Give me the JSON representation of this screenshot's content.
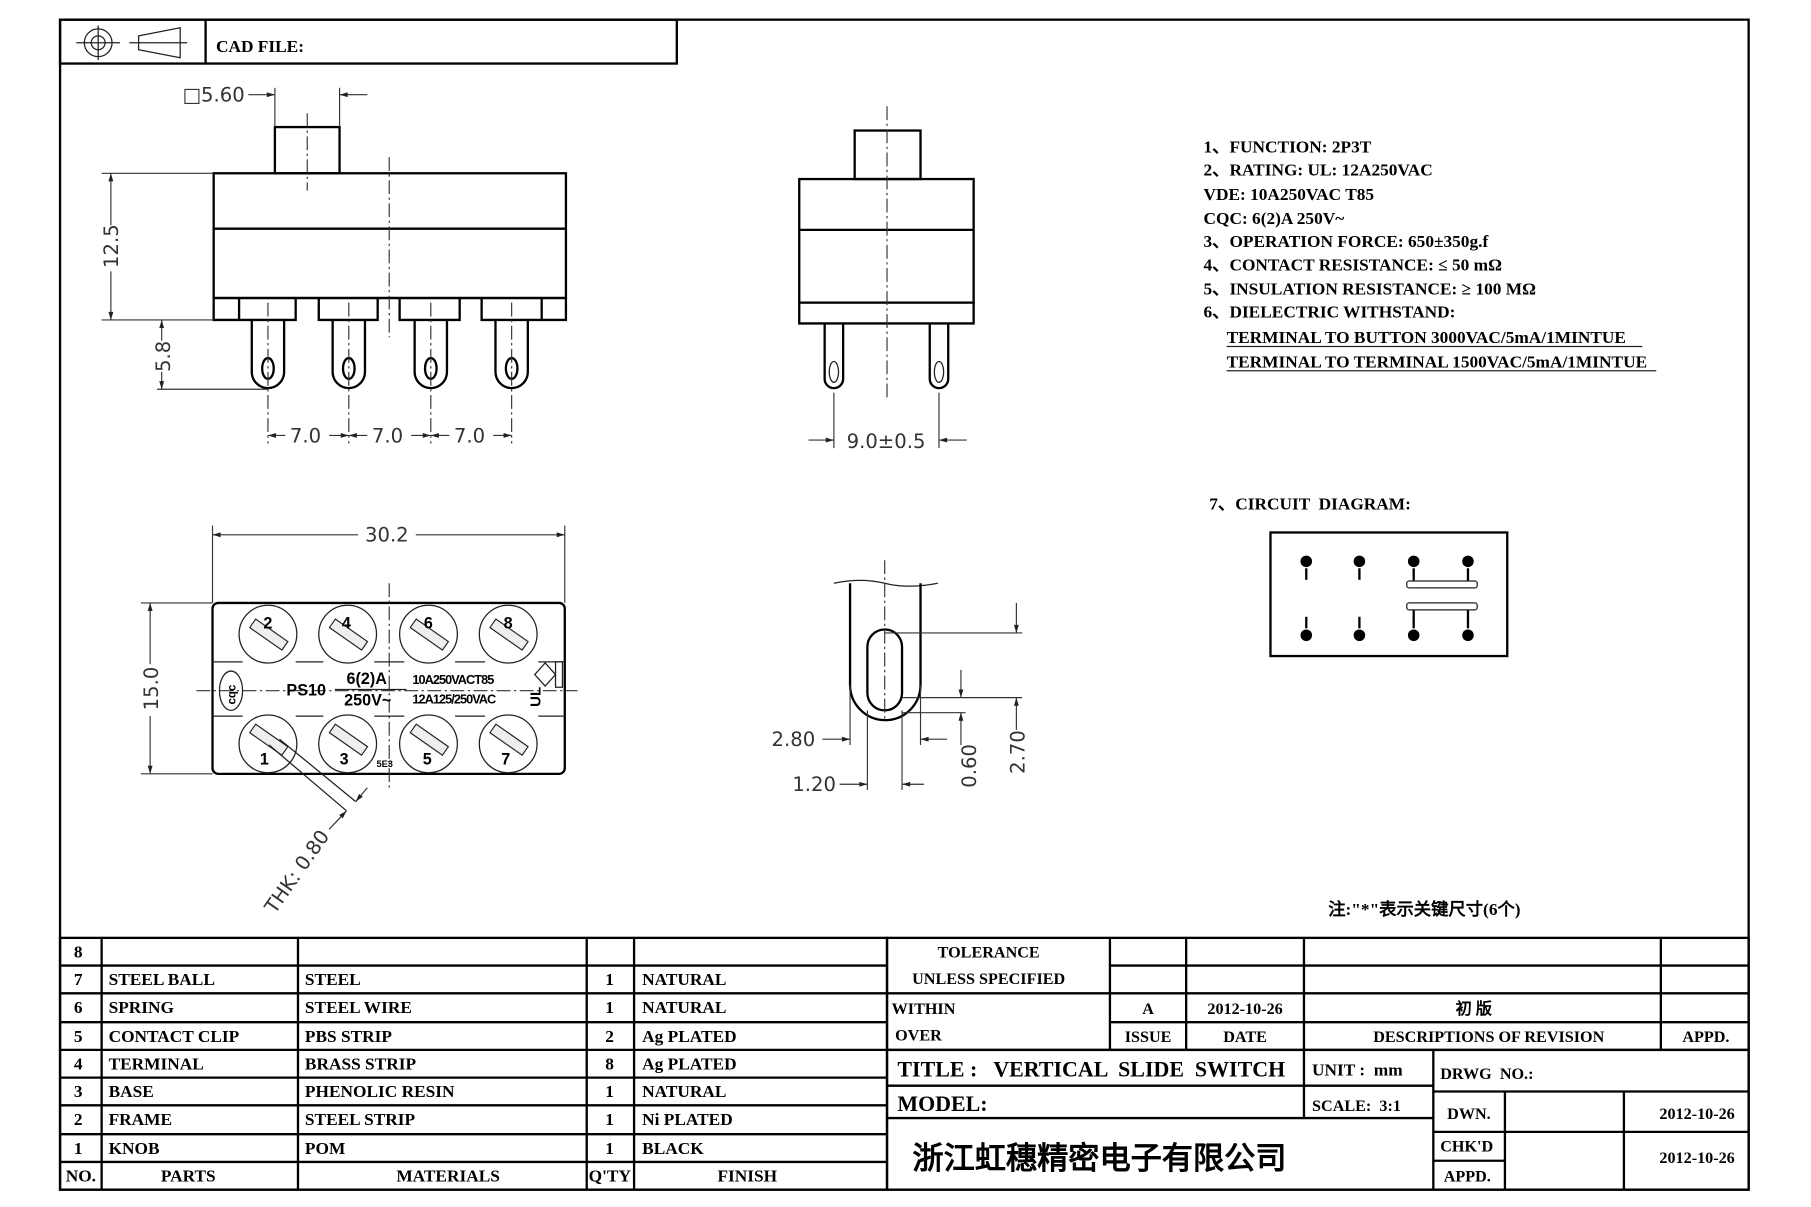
{
  "header": {
    "cad_file_label": "CAD FILE:"
  },
  "dimensions": {
    "knob_square": "□5.60",
    "body_height": "12.5",
    "pin_length": "5.8",
    "pitch": [
      "7.0",
      "7.0",
      "7.0"
    ],
    "side_width": "9.0±0.5",
    "length": "30.2",
    "width": "15.0",
    "thickness": "THK: 0.80",
    "pin_width": "2.80",
    "slot_width": "1.20",
    "slot_offset": "0.60",
    "slot_length": "2.70"
  },
  "bottom_view": {
    "terminal_numbers_top": [
      "2",
      "4",
      "6",
      "8"
    ],
    "terminal_numbers_bottom": [
      "1",
      "3",
      "5",
      "7"
    ],
    "model": "PS10",
    "rating_top": "6(2)A",
    "rating_bottom": "250V~",
    "rating_vde": "10A250VACT85",
    "rating_ul": "12A125/250VAC",
    "cqc_mark": "cqc",
    "date_code": "5E3"
  },
  "specs": [
    "1、FUNCTION:  2P3T",
    "2、RATING:    UL:  12A250VAC",
    "               VDE:  10A250VAC  T85",
    "               CQC:  6(2)A  250V~",
    "3、OPERATION  FORCE: 650±350g.f",
    "4、CONTACT  RESISTANCE: ≤  50  mΩ",
    "5、INSULATION  RESISTANCE: ≥  100  MΩ",
    "6、DIELECTRIC  WITHSTAND:",
    "TERMINAL  TO  BUTTON  3000VAC/5mA/1MINTUE",
    "TERMINAL  TO  TERMINAL  1500VAC/5mA/1MINTUE"
  ],
  "circuit": {
    "title": "7、CIRCUIT  DIAGRAM:"
  },
  "note": "注:\"*\"表示关键尺寸(6个)",
  "bom": {
    "headers": {
      "no": "NO.",
      "parts": "PARTS",
      "materials": "MATERIALS",
      "qty": "Q'TY",
      "finish": "FINISH"
    },
    "rows": [
      {
        "no": "8",
        "part": "",
        "material": "",
        "qty": "",
        "finish": ""
      },
      {
        "no": "7",
        "part": "STEEL  BALL",
        "material": "STEEL",
        "qty": "1",
        "finish": "NATURAL"
      },
      {
        "no": "6",
        "part": "SPRING",
        "material": "STEEL  WIRE",
        "qty": "1",
        "finish": "NATURAL"
      },
      {
        "no": "5",
        "part": "CONTACT  CLIP",
        "material": "PBS  STRIP",
        "qty": "2",
        "finish": "Ag  PLATED"
      },
      {
        "no": "4",
        "part": "TERMINAL",
        "material": "BRASS  STRIP",
        "qty": "8",
        "finish": "Ag  PLATED"
      },
      {
        "no": "3",
        "part": "BASE",
        "material": "PHENOLIC  RESIN",
        "qty": "1",
        "finish": "NATURAL"
      },
      {
        "no": "2",
        "part": "FRAME",
        "material": "STEEL  STRIP",
        "qty": "1",
        "finish": "Ni  PLATED"
      },
      {
        "no": "1",
        "part": "KNOB",
        "material": "POM",
        "qty": "1",
        "finish": "BLACK"
      }
    ]
  },
  "revision": {
    "tolerance_line1": "TOLERANCE",
    "tolerance_line2": "UNLESS   SPECIFIED",
    "within_label": "WITHIN",
    "over_label": "OVER",
    "issue": "A",
    "date": "2012-10-26",
    "description": "初  版",
    "issue_header": "ISSUE",
    "date_header": "DATE",
    "description_header": "DESCRIPTIONS  OF  REVISION",
    "appd_header": "APPD."
  },
  "title_block": {
    "title": "TITLE :   VERTICAL  SLIDE  SWITCH",
    "unit": "UNIT :  mm",
    "model_label": "MODEL:",
    "scale": "SCALE:  3:1",
    "drawing_no_label": "DRWG  NO.:",
    "dwn_label": "DWN.",
    "dwn_date": "2012-10-26",
    "chkd_label": "CHK'D",
    "appd_label": "APPD.",
    "chkd_date": "2012-10-26",
    "company": "浙江虹穗精密电子有限公司"
  }
}
